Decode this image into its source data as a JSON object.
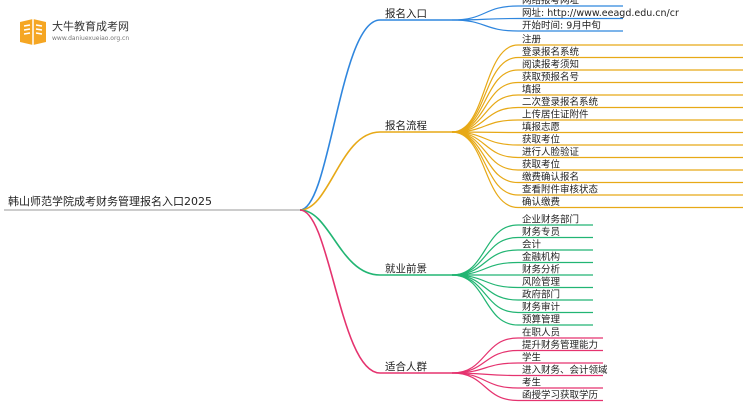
{
  "logo": {
    "name": "大牛教育成考网",
    "url": "www.daniuexueiao.org.cn"
  },
  "colors": {
    "root_line": "#bbbbbb",
    "branch_1": "#2f86de",
    "branch_2": "#e7a917",
    "branch_3": "#22b573",
    "branch_4": "#e5336f",
    "logo_orange": "#f5a623"
  },
  "mindmap": {
    "root": "韩山师范学院成考财务管理报名入口2025",
    "branches": [
      {
        "label": "报名入口",
        "color": "#2f86de",
        "children": [
          "网络报考网址",
          "网址: http://www.eeagd.edu.cn/cr",
          "开始时间: 9月中旬"
        ]
      },
      {
        "label": "报名流程",
        "color": "#e7a917",
        "children": [
          "注册",
          "登录报名系统",
          "阅读报考须知",
          "获取预报名号",
          "填报",
          "二次登录报名系统",
          "上传居住证附件",
          "填报志愿",
          "获取考位",
          "进行人脸验证",
          "获取考位",
          "缴费确认报名",
          "查看附件审核状态",
          "确认缴费"
        ]
      },
      {
        "label": "就业前景",
        "color": "#22b573",
        "children": [
          "企业财务部门",
          "财务专员",
          "会计",
          "金融机构",
          "财务分析",
          "风险管理",
          "政府部门",
          "财务审计",
          "预算管理"
        ]
      },
      {
        "label": "适合人群",
        "color": "#e5336f",
        "children": [
          "在职人员",
          "提升财务管理能力",
          "学生",
          "进入财务、会计领域",
          "考生",
          "函授学习获取学历"
        ]
      }
    ]
  }
}
